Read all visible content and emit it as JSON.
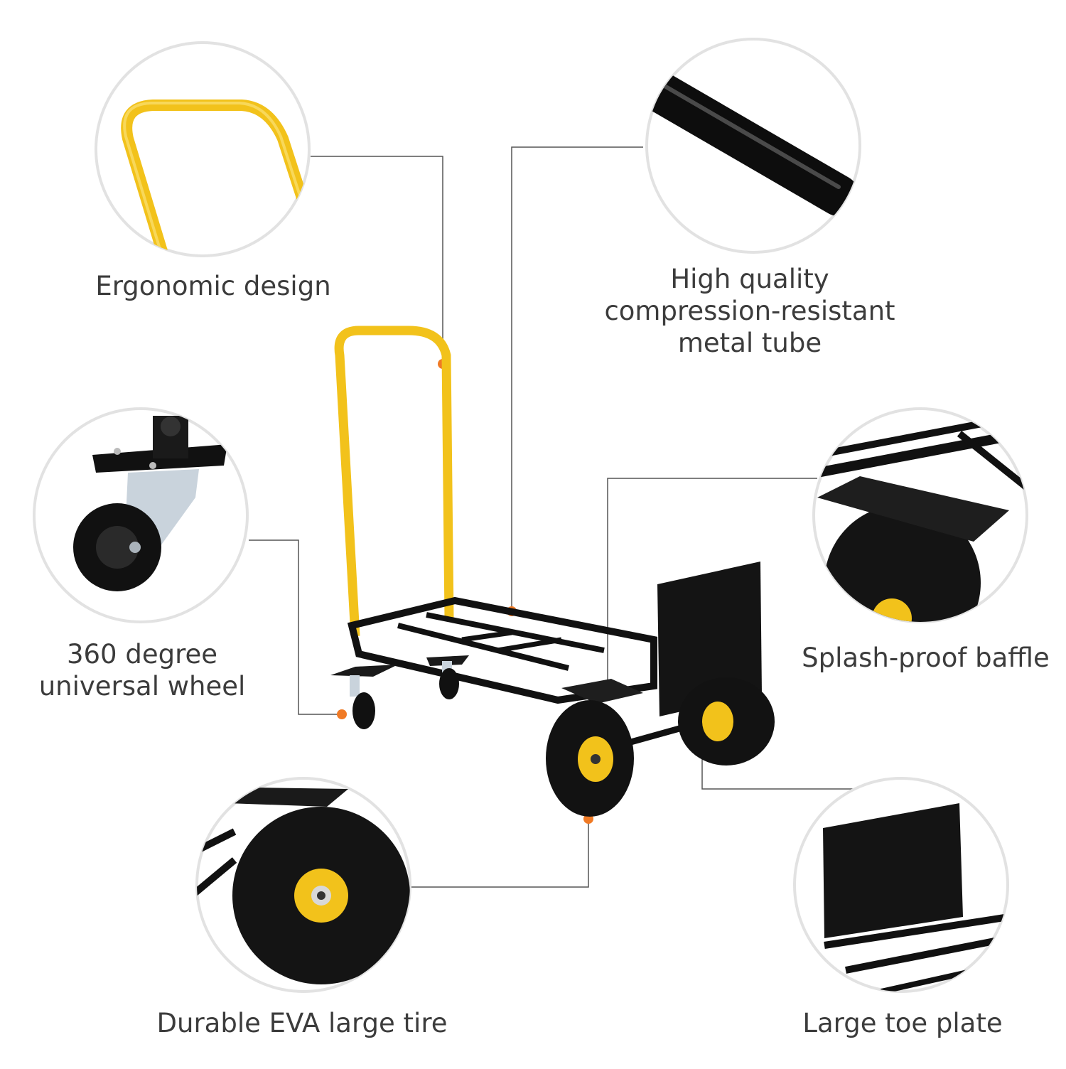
{
  "callouts": {
    "ergonomic": {
      "label": "Ergonomic design",
      "icon": "handle-closeup-icon"
    },
    "metal_tube": {
      "lines": [
        "High quality",
        "compression-resistant",
        "metal tube"
      ],
      "icon": "tube-closeup-icon"
    },
    "universal_wheel": {
      "lines": [
        "360 degree",
        "universal wheel"
      ],
      "icon": "caster-closeup-icon"
    },
    "baffle": {
      "label": "Splash-proof baffle",
      "icon": "baffle-closeup-icon"
    },
    "tire": {
      "label": "Durable EVA large tire",
      "icon": "tire-closeup-icon"
    },
    "toe_plate": {
      "label": "Large toe plate",
      "icon": "toe-plate-closeup-icon"
    }
  },
  "colors": {
    "frame": "#111111",
    "handle": "#f2c21b",
    "dot": "#f07a25",
    "leader": "#555555",
    "circle_border": "#d6d6d6"
  },
  "product": {
    "icon": "hand-truck-illustration"
  }
}
